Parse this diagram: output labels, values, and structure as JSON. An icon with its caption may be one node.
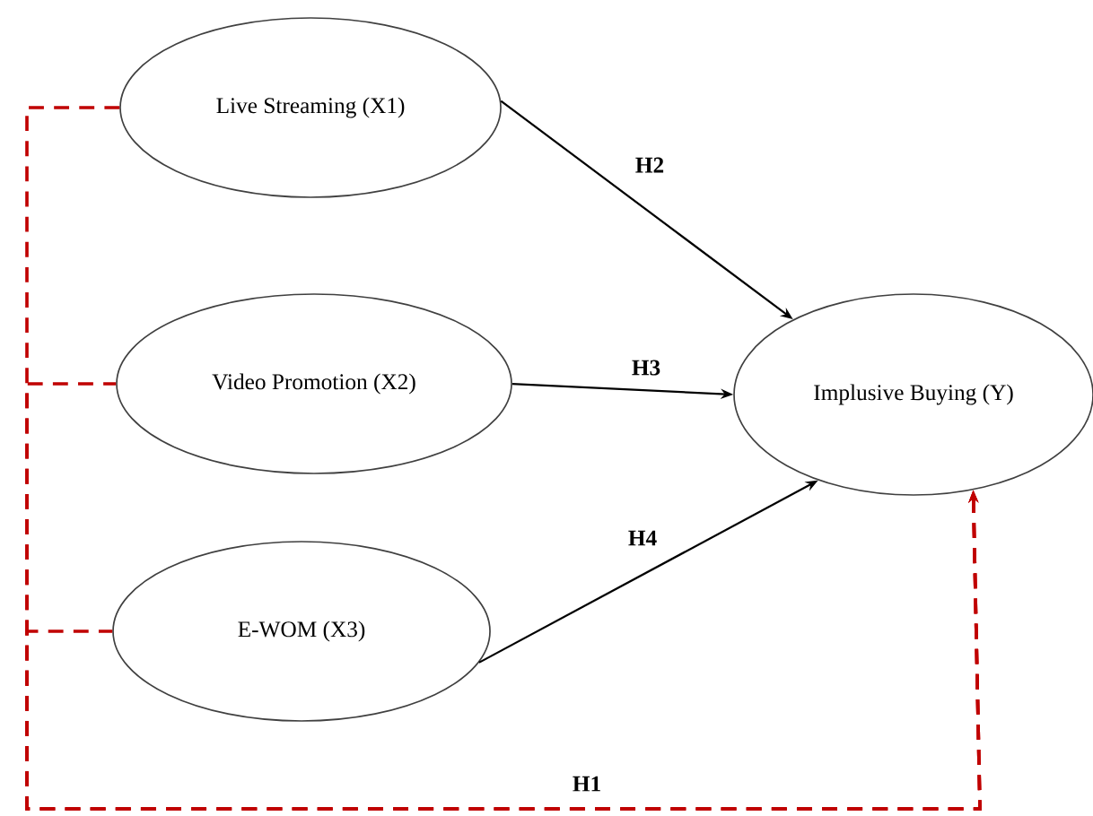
{
  "diagram": {
    "nodes": [
      {
        "text": [
          "Live Streaming (X1)"
        ]
      },
      {
        "text": [
          "Video Promotion (X2)"
        ]
      },
      {
        "text": [
          "E-WOM (X3)"
        ]
      },
      {
        "text": [
          "Implusive Buying (Y)"
        ]
      }
    ],
    "edges": [
      {
        "from": 0,
        "to": 3,
        "arrow": "to",
        "label": "H2"
      },
      {
        "from": 1,
        "to": 3,
        "arrow": "to",
        "label": "H3"
      },
      {
        "from": 2,
        "to": 3,
        "arrow": "to",
        "label": "H4"
      },
      {
        "from": 0,
        "to": 3,
        "arrow": "to",
        "style": "dashed",
        "color": "#c00000"
      },
      {
        "from": 1,
        "to": 3,
        "arrow": "to",
        "style": "dashed",
        "color": "#c00000"
      },
      {
        "from": 2,
        "to": 3,
        "arrow": "to",
        "style": "dashed",
        "color": "#c00000",
        "label": "H1"
      }
    ]
  }
}
